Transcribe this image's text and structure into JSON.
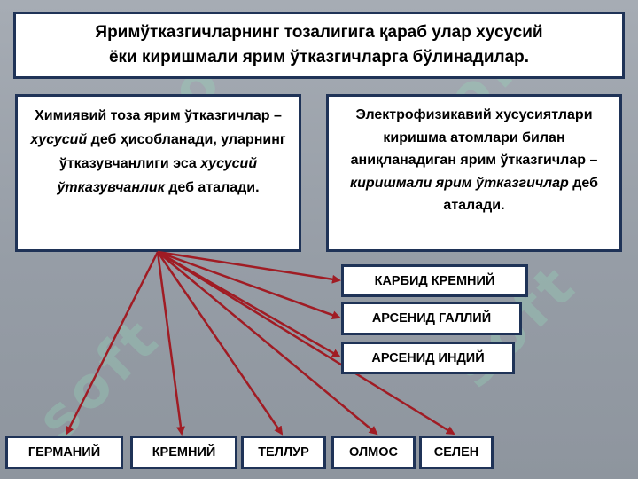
{
  "heading": {
    "line1": "Яримўтказгичларнинг тозалигига қараб улар хусусий",
    "line2": "ёки киришмали ярим ўтказгичларга бўлинадилар."
  },
  "left_box": {
    "text_a": "Химиявий тоза ярим ўтказгичлар – ",
    "italic_a": "хусусий",
    "text_b": " деб ҳисобланади, уларнинг ўтказувчанлиги эса ",
    "italic_b": "хусусий ўтказувчанлик",
    "text_c": " деб аталади."
  },
  "right_box": {
    "text_a": "Электрофизикавий хусусиятлари киришма атомлари билан аниқланадиган ярим ўтказгичлар – ",
    "italic_a": "киришмали ярим ўтказгичлар",
    "text_b": " деб аталади."
  },
  "tags": {
    "carbide": "КАРБИД КРЕМНИЙ",
    "gallium": "АРСЕНИД ГАЛЛИЙ",
    "indium": "АРСЕНИД ИНДИЙ",
    "germanium": "ГЕРМАНИЙ",
    "silicon": "КРЕМНИЙ",
    "tellurium": "ТЕЛЛУР",
    "diamond": "ОЛМОС",
    "selenium": "СЕЛЕН"
  },
  "watermark_text": "soft",
  "colors": {
    "border": "#1f3357",
    "arrow": "#a01c24",
    "background": "#9aa1aa",
    "watermark": "#96d7b9"
  }
}
